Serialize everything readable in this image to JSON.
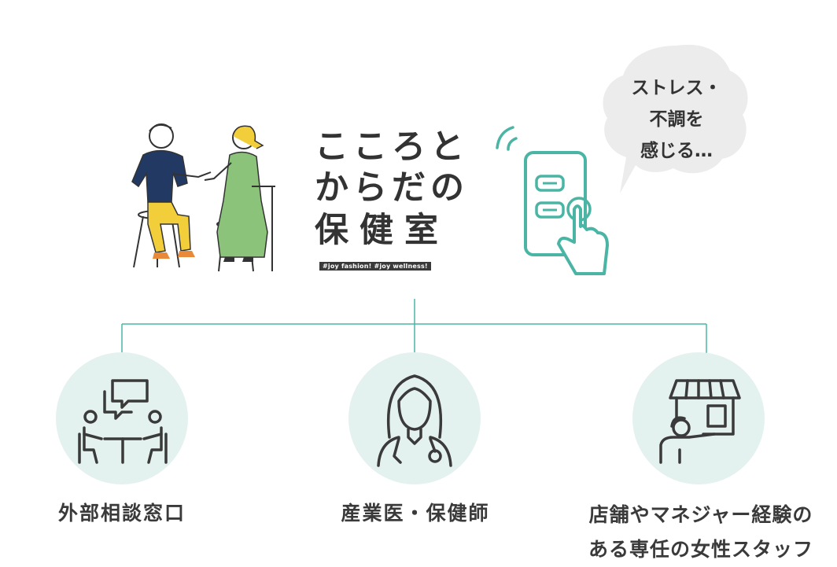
{
  "logo": {
    "line1": "こころと",
    "line2": "からだの",
    "line3": "保健室",
    "tagline": "#joy fashion! #joy wellness!"
  },
  "bubble": {
    "lines": [
      "ストレス・",
      "不調を",
      "感じる…"
    ]
  },
  "colors": {
    "teal": "#4bb5a5",
    "circle_fill": "#e3f1ef",
    "icon_stroke": "#3a3a3a",
    "pants_yellow": "#f2cf3a",
    "top_navy": "#223a63",
    "dress_green": "#8cc37b",
    "bubble_gray": "#ececec"
  },
  "branches": [
    {
      "label": "外部相談窓口",
      "icon": "counseling-icon"
    },
    {
      "label": "産業医・保健師",
      "icon": "doctor-icon"
    },
    {
      "label_lines": [
        "店舗やマネジャー経験の",
        "ある専任の女性スタッフ"
      ],
      "icon": "store-staff-icon"
    }
  ]
}
